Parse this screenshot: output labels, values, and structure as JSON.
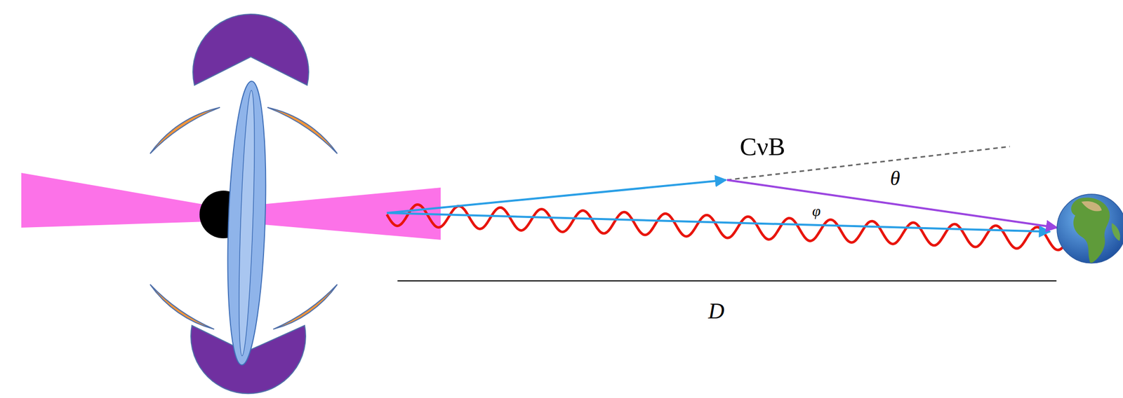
{
  "diagram": {
    "labels": [
      "CνB",
      "θ",
      "φ",
      "D"
    ]
  }
}
